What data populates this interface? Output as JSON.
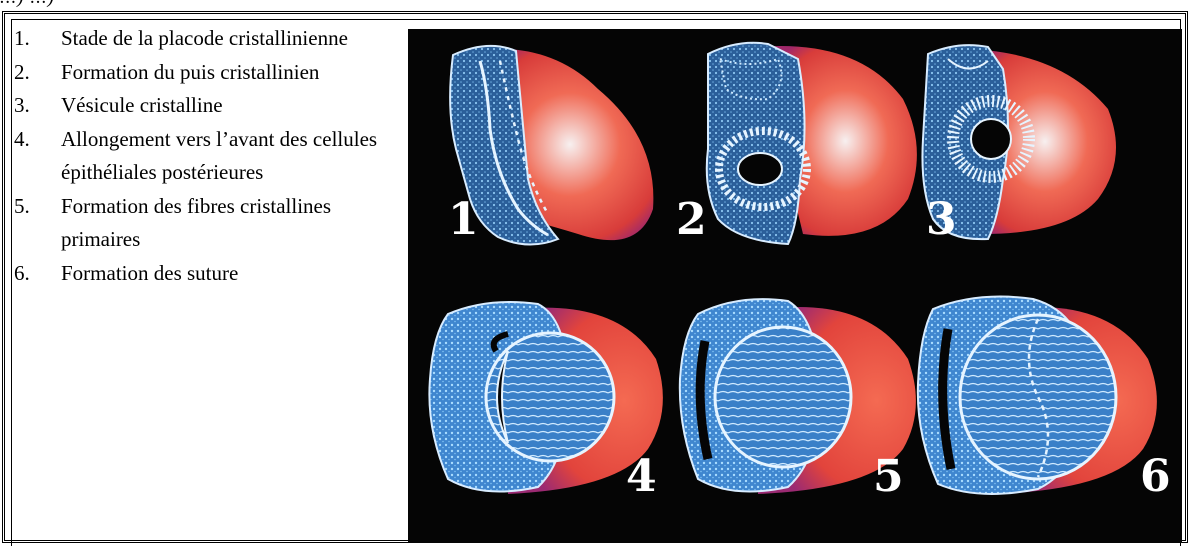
{
  "header": {
    "fragment": "...) ...)"
  },
  "stages": [
    {
      "number": "1.",
      "label": "Stade de la placode cristallinienne"
    },
    {
      "number": "2.",
      "label": "Formation du puis cristallinien"
    },
    {
      "number": "3.",
      "label": "Vésicule cristalline"
    },
    {
      "number": "4.",
      "label": "Allongement vers l’avant des cellules épithéliales postérieures"
    },
    {
      "number": "5.",
      "label": "Formation des fibres cristallines primaires"
    },
    {
      "number": "6.",
      "label": "Formation des suture"
    }
  ],
  "figure": {
    "panels": [
      "1",
      "2",
      "3",
      "4",
      "5",
      "6"
    ],
    "colors": {
      "background": "#050505",
      "tissue": "#e8483c",
      "cells": "#5fb0e8",
      "outline": "#d8ecff"
    }
  }
}
